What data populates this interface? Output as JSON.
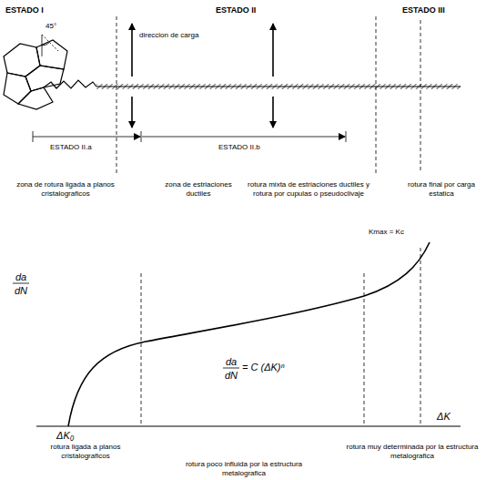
{
  "diagram": {
    "labels": [
      "ESTADO I",
      "45°",
      "direccion de carga",
      "ESTADO II",
      "ESTADO III",
      "ESTADO II.a",
      "ESTADO II.b",
      "rotura final por carga estatica",
      "zona de rotura ligada a planos cristalograficos",
      "zona de estriaciones ductiles",
      "rotura mixta de estriaciones ductiles y rotura por cupulas o pseudoclivaje",
      "da",
      "dN",
      "Kmax = Kc",
      "da",
      "dN",
      "= C (ΔK)ⁿ",
      "ΔK₀",
      "ΔK",
      "rotura ligada a planos cristalograficos",
      "rotura muy determinada por la estructura metalografica",
      "rotura poco influida por la estructura metalografica"
    ]
  }
}
